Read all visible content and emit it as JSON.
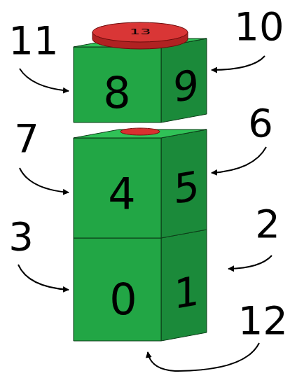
{
  "diagram": {
    "labels": [
      "13",
      "11",
      "10",
      "8",
      "9",
      "7",
      "6",
      "4",
      "5",
      "3",
      "2",
      "0",
      "1",
      "12"
    ]
  }
}
